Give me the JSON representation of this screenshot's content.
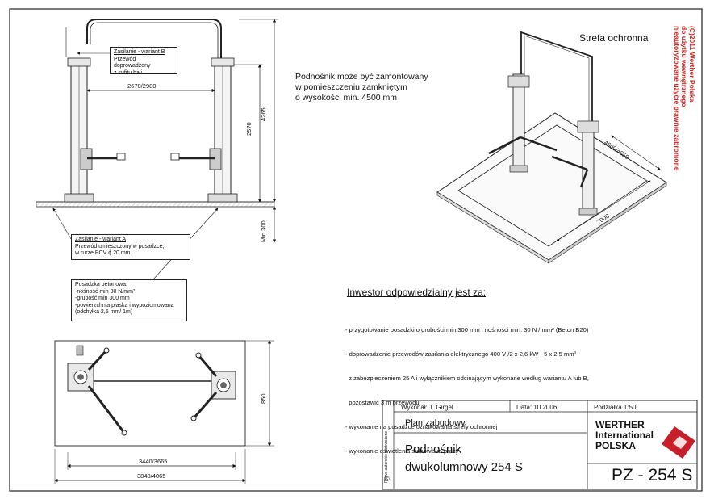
{
  "dimensions": {
    "width_between_columns": "2670/2980",
    "height_2570": "2570",
    "height_4265": "4265",
    "min_300": "Min 300",
    "plan_depth": "850",
    "plan_width_inner": "3440/3665",
    "plan_width_outer": "3840/4065",
    "iso_side": "4600/4850",
    "iso_front": "7000"
  },
  "notes": {
    "variant_b": {
      "title": "Zasilanie - wariant B",
      "lines": [
        "Przewód doprowadzony",
        "z sufitu hali"
      ]
    },
    "variant_a": {
      "title": "Zasilanie - wariant A",
      "lines": [
        "Przewód umieszczony w posadzce,",
        " w rurze PCV ϕ 20 mm"
      ]
    },
    "floor": {
      "title": "Posadzka betonowa:",
      "lines": [
        "-nośność min 30 N/mm²",
        "-grubość min 300 mm",
        "-powierzchnia płaska i wypoziomowana",
        "(odchyłka 2,5 mm/ 1m)"
      ]
    }
  },
  "mount_text": [
    "Podnośnik może być zamontowany",
    "w pomieszczeniu zamkniętym",
    "o wysokości min. 4500 mm"
  ],
  "zone_label": "Strefa ochronna",
  "copyright_lines": [
    "(C)2011 Werther Polska",
    "do użytku wewnętrznego",
    "nieautoryzowane użycie prawnie zabronione"
  ],
  "investor": {
    "title": "Inwestor odpowiedzialny jest za:",
    "items": [
      "- przygotowanie posadzki o grubości min.300 mm i nośności min. 30 N / mm² (Beton B20)",
      "- doprowadzenie przewodów zasilania elektrycznego 400 V /2 x 2,6 kW - 5 x 2,5 mm²",
      "  z zabezpieczeniem 25 A i wyłącznikiem odcinającym wykonane według wariantu A lub B,",
      "  pozostawić 3 m przewodu",
      "- wykonanie na posadzce oznakowania strefy ochronnej",
      "- wykonanie oświetlenia stanowiska pracy"
    ]
  },
  "title_block": {
    "made_by": "Wykonał: T. Girgel",
    "date": "Data: 10.2006",
    "scale": "Podziałka  1:50",
    "plan_type": "Plan zabudowy",
    "product_line1": "Podnośnik",
    "product_line2": "dwukolumnowy 254 S",
    "company_line1": "WERTHER",
    "company_line2": "International",
    "company_line3": "POLSKA",
    "code": "PZ - 254 S",
    "vertical_note": "Prawa autorskie zastrzeżone",
    "copyright_symbol": "©"
  },
  "colors": {
    "copyright_red": "#e0201b",
    "logo_red": "#c8202a"
  }
}
